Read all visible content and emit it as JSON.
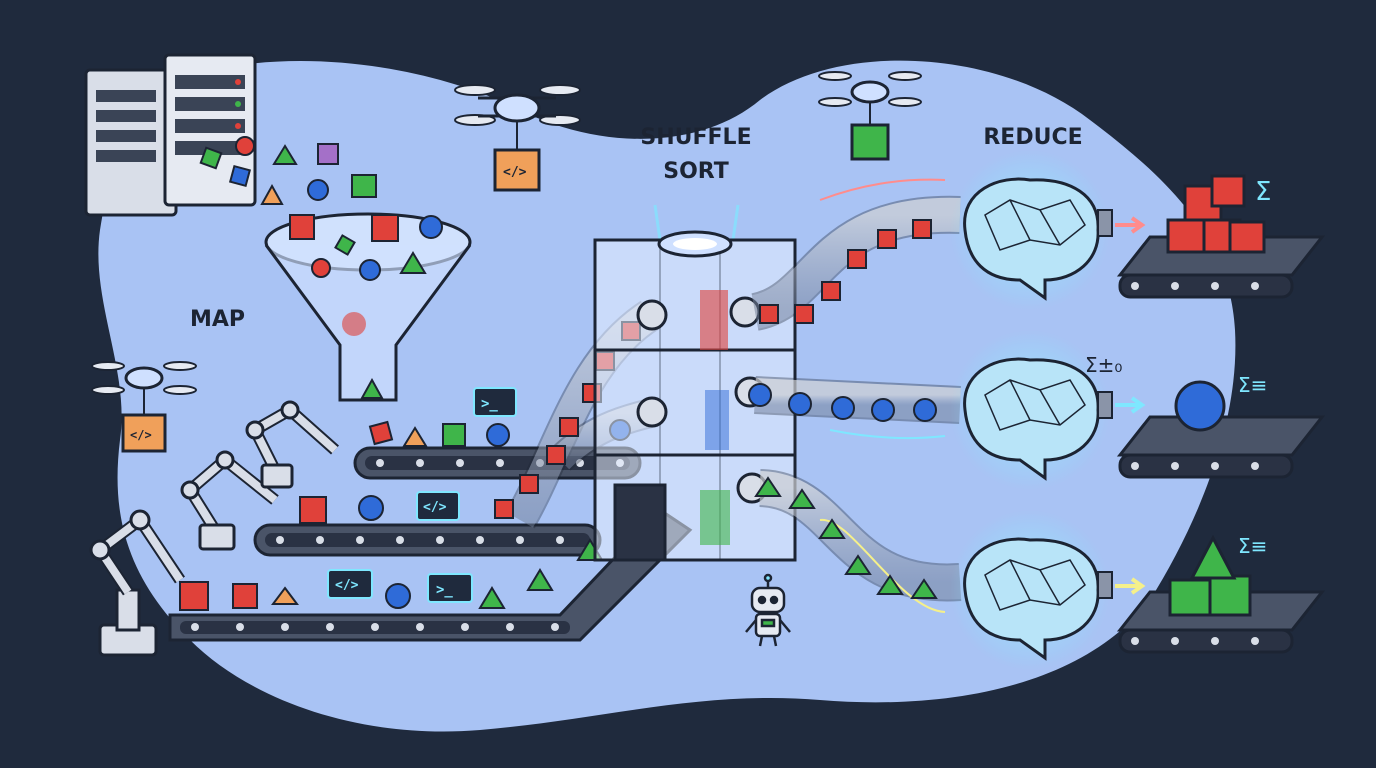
{
  "labels": {
    "map": "MAP",
    "shuffle_line1": "SHUFFLE",
    "shuffle_line2": "SORT",
    "reduce": "REDUCE"
  },
  "glyphs": {
    "code": "</>",
    "terminal": ">_",
    "sum": "Σ",
    "sum_plus_minus": "Σ±₀",
    "sum_lines": "Σ≡"
  },
  "colors": {
    "background": "#1f2a3d",
    "blob": "#a9c3f4",
    "red": "#e0413a",
    "blue": "#2f6bd8",
    "green": "#3fb54a",
    "orange": "#f0a05a",
    "outline": "#1c2433",
    "glow": "#7fe7ff"
  },
  "icons": [
    "server-rack-icon",
    "drone-icon",
    "funnel-icon",
    "robot-arm-icon",
    "conveyor-belt-icon",
    "glass-cube-machine-icon",
    "brain-icon",
    "robot-icon",
    "code-tag-icon",
    "terminal-icon",
    "sum-icon"
  ]
}
